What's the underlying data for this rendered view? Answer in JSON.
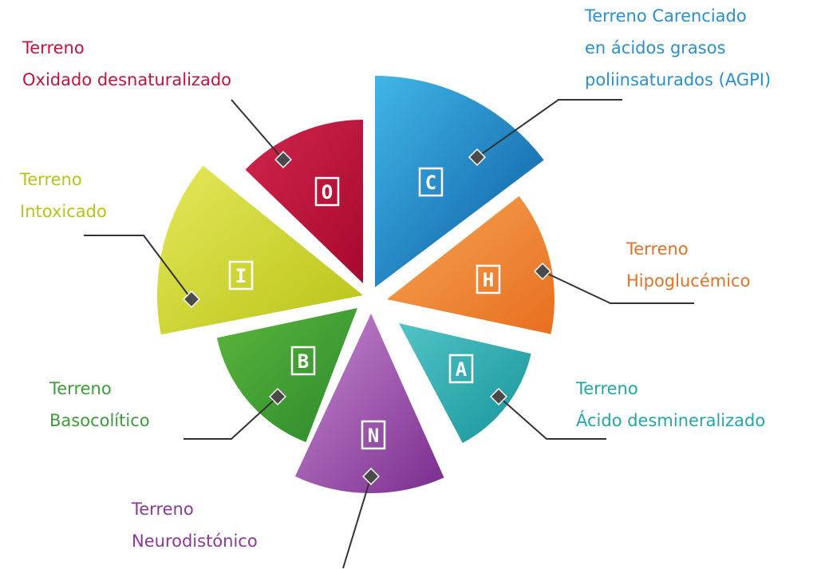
{
  "segments": [
    {
      "key": "C",
      "letter": "C",
      "lines": [
        "Terreno Carenciado",
        "en ácidos grasos",
        "poliinsaturados (AGPI)"
      ],
      "text_color": "#2a8fcf",
      "fill_light": "#41b6e6",
      "fill_dark": "#0a5aa2"
    },
    {
      "key": "H",
      "letter": "H",
      "lines": [
        "Terreno",
        "Hipoglucémico"
      ],
      "text_color": "#e0722a",
      "fill_light": "#f6a457",
      "fill_dark": "#e76f1e"
    },
    {
      "key": "A",
      "letter": "A",
      "lines": [
        "Terreno",
        "Ácido desmineralizado"
      ],
      "text_color": "#27a4a8",
      "fill_light": "#52c3c6",
      "fill_dark": "#16959a"
    },
    {
      "key": "N",
      "letter": "N",
      "lines": [
        "Terreno",
        "Neurodistónico"
      ],
      "text_color": "#8a3a96",
      "fill_light": "#c68bd0",
      "fill_dark": "#7a2c8e"
    },
    {
      "key": "B",
      "letter": "B",
      "lines": [
        "Terreno",
        "Basocolítico"
      ],
      "text_color": "#3f9a3a",
      "fill_light": "#5bb53a",
      "fill_dark": "#2b8a2e"
    },
    {
      "key": "I",
      "letter": "I",
      "lines": [
        "Terreno",
        "Intoxicado"
      ],
      "text_color": "#b5c41c",
      "fill_light": "#e4e85a",
      "fill_dark": "#b9c316"
    },
    {
      "key": "O",
      "letter": "O",
      "lines": [
        "Terreno",
        "Oxidado desnaturalizado"
      ],
      "text_color": "#c0143c",
      "fill_light": "#d0264c",
      "fill_dark": "#a8082e"
    }
  ],
  "marker_color": "#4a4a4a"
}
